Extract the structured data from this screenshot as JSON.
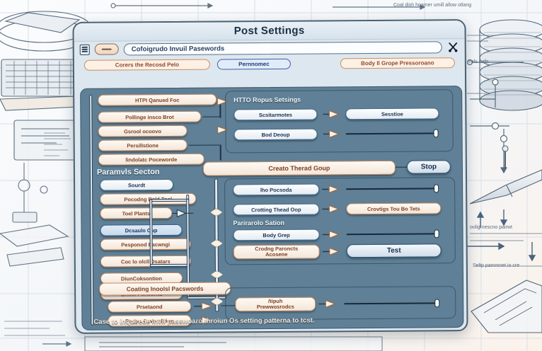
{
  "window": {
    "title": "Post Settings",
    "toolbar": {
      "menu_icon": "hamburger-icon",
      "minimize_icon": "minus-icon",
      "url_value": "Cofoigrudo Invuil Pasewords",
      "cut_icon": "scissors-icon"
    },
    "tabs": [
      {
        "label": "Corers the Recosd Pelo",
        "style": "peach"
      },
      {
        "label": "Pernnomec",
        "style": "blue"
      },
      {
        "label": "Body ll Grope Pressoroano",
        "style": "peach"
      }
    ],
    "caption": "Case to inquirede invil passwoaro throiun Os setting patterna to tcst."
  },
  "canvas": {
    "left_top_group": {
      "items": [
        {
          "label": "HTPI Qanued Foc",
          "style": "cream"
        },
        {
          "label": "Pollinge insco Brot",
          "style": "cream"
        },
        {
          "label": "Gsrool ocoovo",
          "style": "cream"
        },
        {
          "label": "Persillstione",
          "style": "cream"
        },
        {
          "label": "lindolatc Poceworde",
          "style": "cream"
        }
      ]
    },
    "http_group": {
      "title": "HTTO Ropus Setsings",
      "rows": [
        {
          "source": "Scsitarmotes",
          "target": "Sesstioe",
          "target_type": "chip"
        },
        {
          "source": "Bod Deoup",
          "target": "",
          "target_type": "slider"
        }
      ]
    },
    "thread_bar": {
      "label": "Creato Therad Goup",
      "button": "Stop"
    },
    "params_group": {
      "title": "Paramvls Secton",
      "items": [
        {
          "label": "Sourdt",
          "style": "white"
        },
        {
          "label": "Pocodng Pold Tool",
          "style": "cream"
        },
        {
          "label": "Toel Plants",
          "style": "cream"
        },
        {
          "label": "Dcsaulo Cup",
          "style": "sel"
        },
        {
          "label": "Pesponod Pacwngi",
          "style": "cream"
        },
        {
          "label": "Coc lo olcll Dsatars",
          "style": "cream"
        },
        {
          "label": "DiunCoksontion",
          "style": "cream"
        },
        {
          "label": "Bnool Porwornd",
          "style": "cream"
        }
      ]
    },
    "right_group": {
      "rows": [
        {
          "source": "lho Pocsoda",
          "target": "",
          "target_type": "slider"
        },
        {
          "source": "Crotting Thead Oop",
          "target": "Crovtigs Tou Bo Tets",
          "target_type": "chip"
        },
        {
          "source": "Body Grep",
          "target": "",
          "target_type": "slider",
          "section_title": "Parirarolo Sation"
        },
        {
          "source_line1": "Crodng Paroncts",
          "source_line2": "Acosene",
          "target": "Test",
          "target_type": "button"
        }
      ]
    },
    "bottom_group": {
      "header": "Coating Inoolsl Pacswords",
      "items": [
        {
          "label": "Prsetaond",
          "style": "cream"
        },
        {
          "label": "Pogpa Ccvorsktion",
          "style": "cream"
        }
      ],
      "target": {
        "line1": "/tipuh",
        "line2": "Prewwosrodcs",
        "type": "chip"
      }
    }
  },
  "background": {
    "sketch_notes": [
      "Coal dish hoamer umill allow otlang",
      "eals oafo",
      "oolig nescno pairwt",
      "Seltp pammnet io cre"
    ]
  }
}
